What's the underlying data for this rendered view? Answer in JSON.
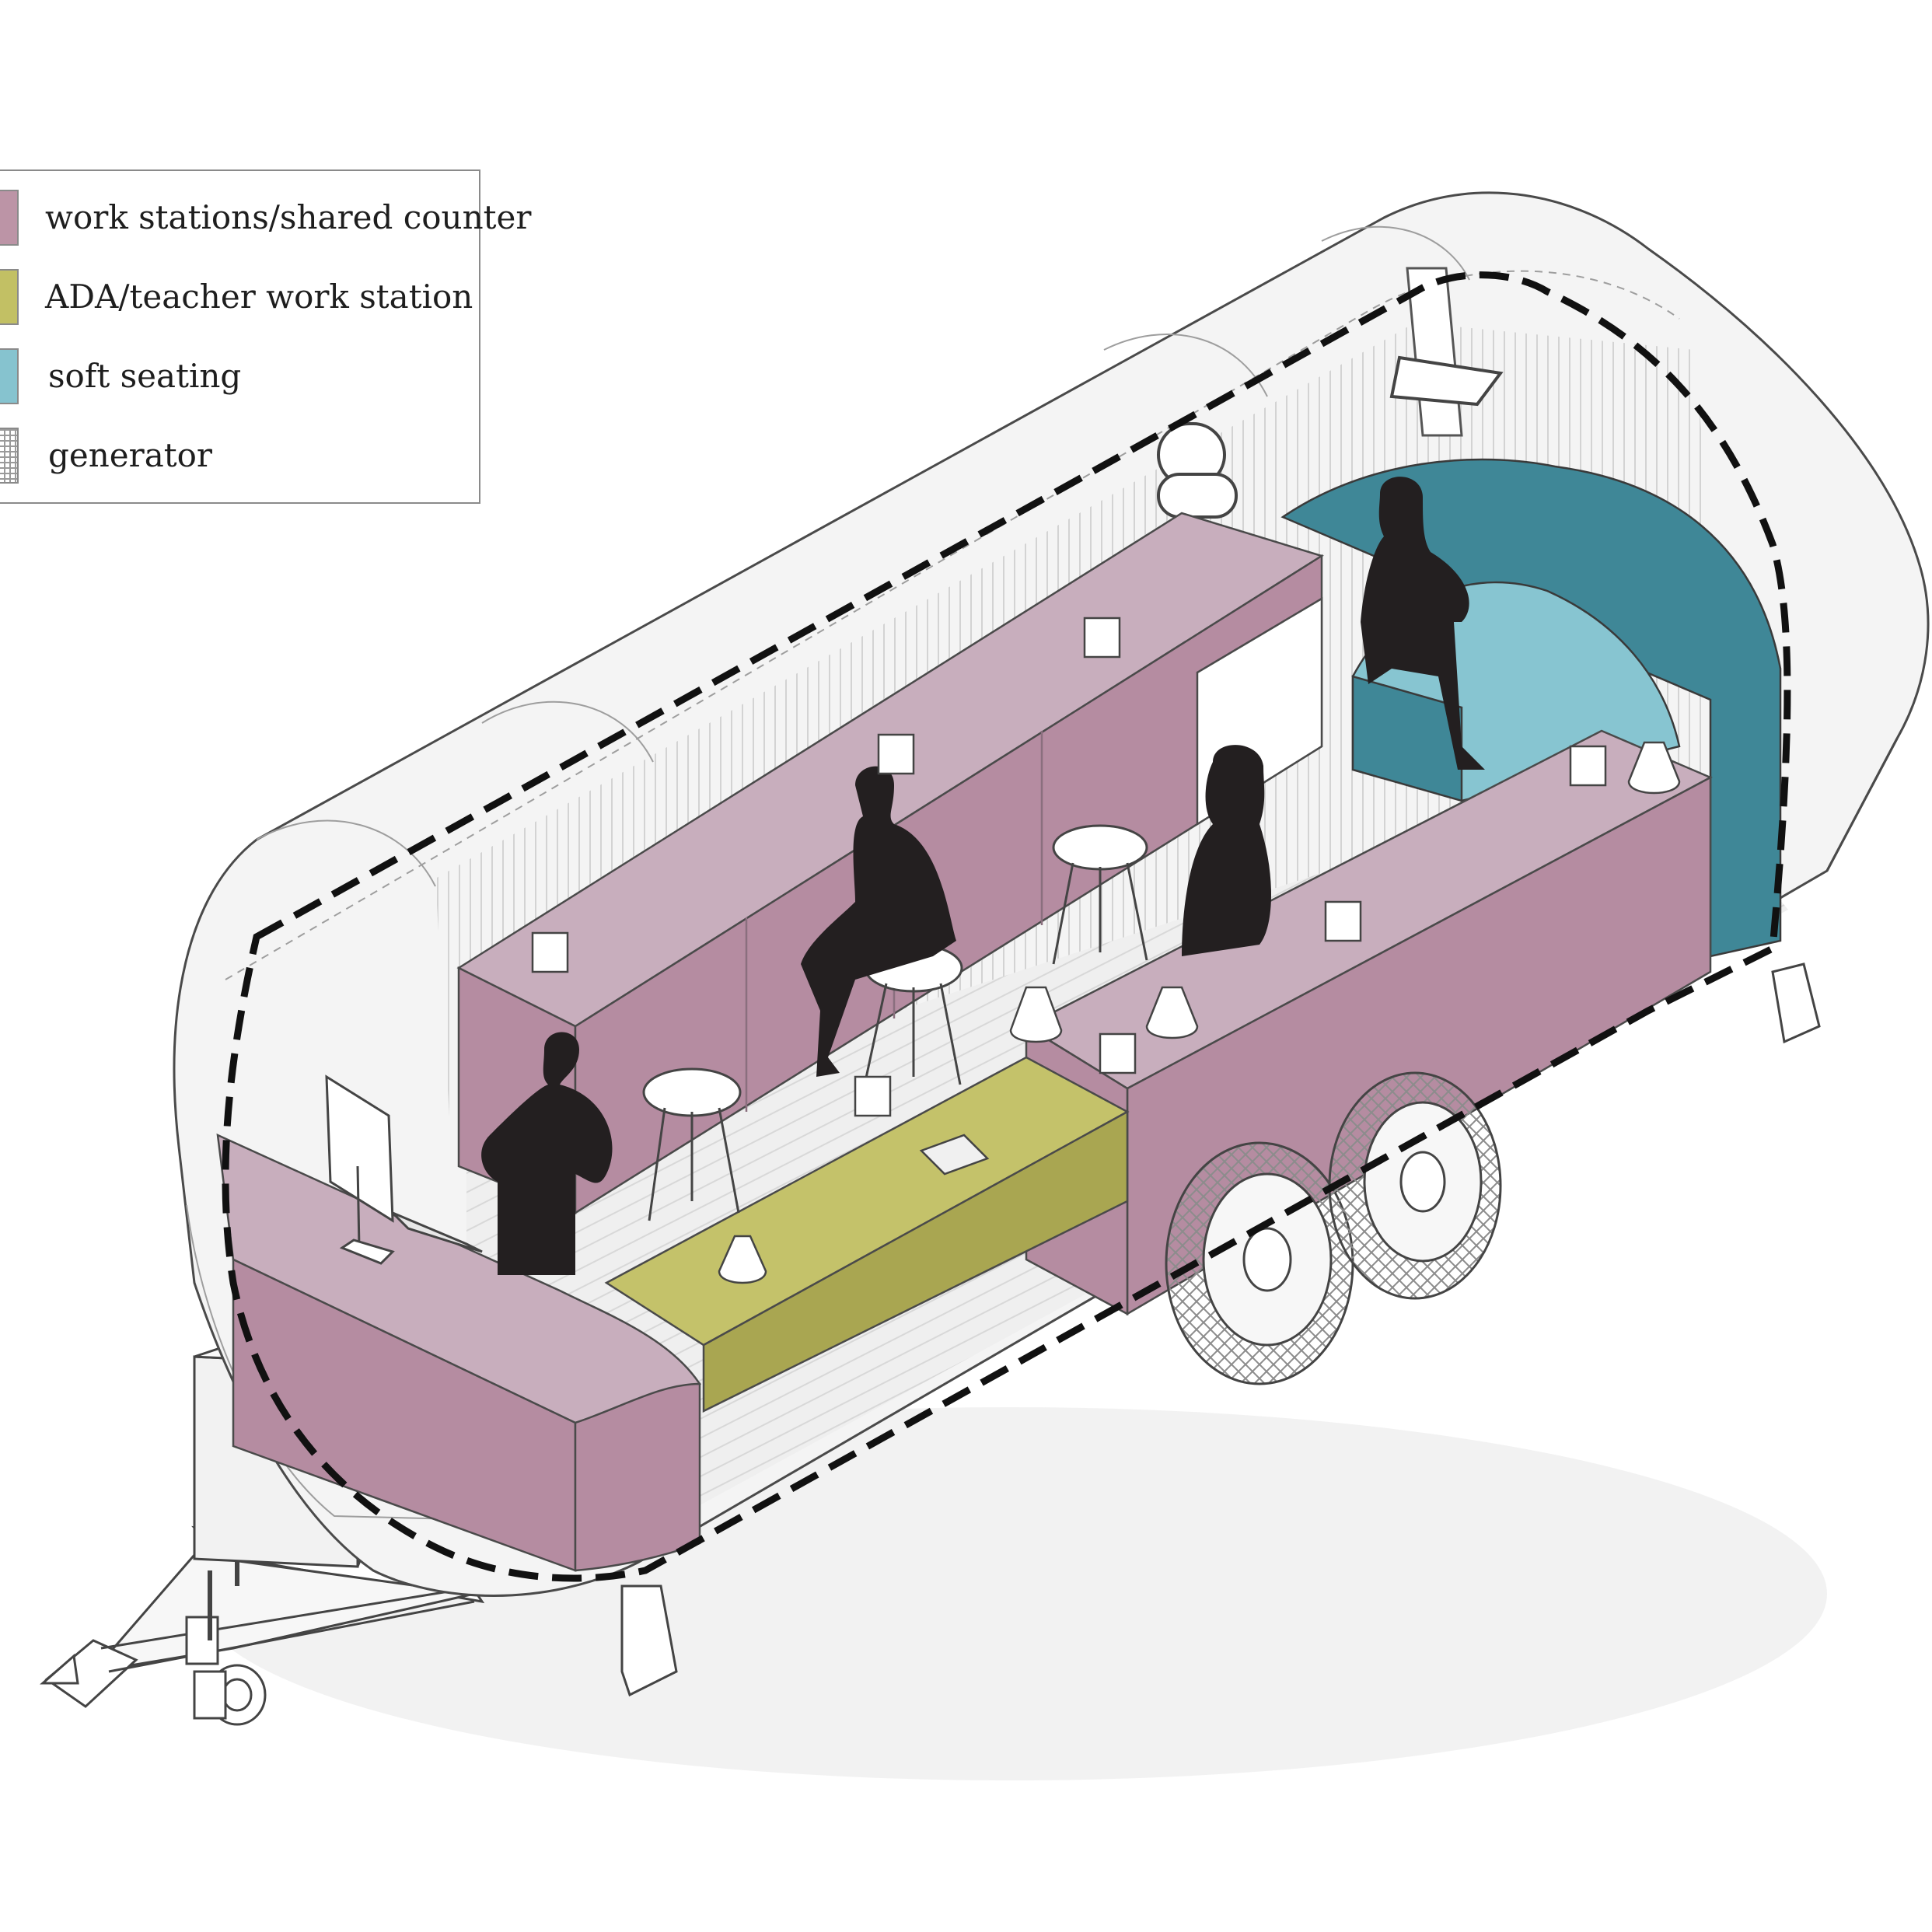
{
  "legend": {
    "items": [
      {
        "label": "work stations/shared counter",
        "color": "#bc94a6"
      },
      {
        "label": "ADA/teacher work station",
        "color": "#c2c064"
      },
      {
        "label": "soft seating",
        "color": "#86c3cf"
      },
      {
        "label": "generator",
        "color": "#9a9a9a"
      }
    ]
  },
  "colors": {
    "counter": "#c8aebd",
    "counter_side": "#b58ca1",
    "ada": "#c4c26a",
    "ada_side": "#a9a651",
    "seating_light": "#87c5d1",
    "seating_dark": "#3f8797",
    "silhouette": "#231f20",
    "outline": "#444444",
    "shell": "#f4f4f4",
    "floor": "#ececec"
  }
}
